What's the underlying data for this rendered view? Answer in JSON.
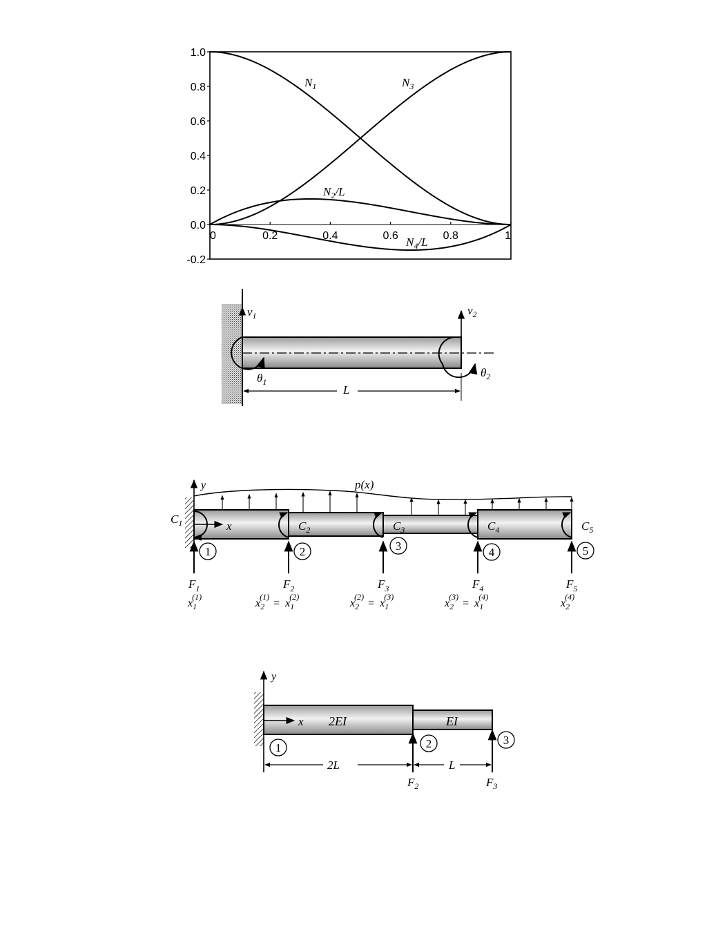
{
  "chart_data": {
    "type": "line",
    "xlim": [
      0,
      1
    ],
    "ylim": [
      -0.2,
      1.0
    ],
    "x_ticks": [
      "0",
      "0.2",
      "0.4",
      "0.6",
      "0.8",
      "1"
    ],
    "y_ticks": [
      "1.0",
      "0.8",
      "0.6",
      "0.4",
      "0.2",
      "0.0",
      "-0.2"
    ],
    "x_tick_values": [
      0,
      0.2,
      0.4,
      0.6,
      0.8,
      1
    ],
    "y_tick_values": [
      1.0,
      0.8,
      0.6,
      0.4,
      0.2,
      0.0,
      -0.2
    ],
    "grid": false,
    "legend": "none",
    "series": [
      {
        "label_main": "N",
        "label_sub": "1",
        "label_tail": "",
        "formula": "1 - 3x^2 + 2x^3",
        "x": [
          0,
          0.1,
          0.2,
          0.3,
          0.4,
          0.5,
          0.6,
          0.7,
          0.8,
          0.9,
          1
        ],
        "values": [
          1,
          0.972,
          0.896,
          0.784,
          0.648,
          0.5,
          0.352,
          0.216,
          0.104,
          0.028,
          0
        ]
      },
      {
        "label_main": "N",
        "label_sub": "2",
        "label_tail": "/L",
        "formula": "x(1-x)^2",
        "x": [
          0,
          0.1,
          0.2,
          0.3,
          0.4,
          0.5,
          0.6,
          0.7,
          0.8,
          0.9,
          1
        ],
        "values": [
          0,
          0.081,
          0.128,
          0.147,
          0.144,
          0.125,
          0.096,
          0.063,
          0.032,
          0.009,
          0
        ]
      },
      {
        "label_main": "N",
        "label_sub": "3",
        "label_tail": "",
        "formula": "3x^2 - 2x^3",
        "x": [
          0,
          0.1,
          0.2,
          0.3,
          0.4,
          0.5,
          0.6,
          0.7,
          0.8,
          0.9,
          1
        ],
        "values": [
          0,
          0.028,
          0.104,
          0.216,
          0.352,
          0.5,
          0.648,
          0.784,
          0.896,
          0.972,
          1
        ]
      },
      {
        "label_main": "N",
        "label_sub": "4",
        "label_tail": "/L",
        "formula": "x^3 - x^2",
        "x": [
          0,
          0.1,
          0.2,
          0.3,
          0.4,
          0.5,
          0.6,
          0.7,
          0.8,
          0.9,
          1
        ],
        "values": [
          0,
          -0.009,
          -0.032,
          -0.063,
          -0.096,
          -0.125,
          -0.144,
          -0.147,
          -0.128,
          -0.081,
          0
        ]
      }
    ]
  },
  "fig2": {
    "v1": {
      "main": "v",
      "sub": "1"
    },
    "v2": {
      "main": "v",
      "sub": "2"
    },
    "theta1": {
      "main": "θ",
      "sub": "1"
    },
    "theta2": {
      "main": "θ",
      "sub": "2"
    },
    "length": "L"
  },
  "fig3": {
    "load": "p(x)",
    "y_axis": "y",
    "x_axis": "x",
    "moments": [
      {
        "main": "C",
        "sub": "1"
      },
      {
        "main": "C",
        "sub": "2"
      },
      {
        "main": "C",
        "sub": "3"
      },
      {
        "main": "C",
        "sub": "4"
      },
      {
        "main": "C",
        "sub": "5"
      }
    ],
    "nodes": [
      "1",
      "2",
      "3",
      "4",
      "5"
    ],
    "forces": [
      {
        "main": "F",
        "sub": "1"
      },
      {
        "main": "F",
        "sub": "2"
      },
      {
        "main": "F",
        "sub": "3"
      },
      {
        "main": "F",
        "sub": "4"
      },
      {
        "main": "F",
        "sub": "5"
      }
    ],
    "coords": [
      {
        "left": "x",
        "left_sub": "1",
        "left_sup": "(1)",
        "eq": "",
        "right": "",
        "right_sub": "",
        "right_sup": ""
      },
      {
        "left": "x",
        "left_sub": "2",
        "left_sup": "(1)",
        "eq": "=",
        "right": "x",
        "right_sub": "1",
        "right_sup": "(2)"
      },
      {
        "left": "x",
        "left_sub": "2",
        "left_sup": "(2)",
        "eq": "=",
        "right": "x",
        "right_sub": "1",
        "right_sup": "(3)"
      },
      {
        "left": "x",
        "left_sub": "2",
        "left_sup": "(3)",
        "eq": "=",
        "right": "x",
        "right_sub": "1",
        "right_sup": "(4)"
      },
      {
        "left": "x",
        "left_sub": "2",
        "left_sup": "(4)",
        "eq": "",
        "right": "",
        "right_sub": "",
        "right_sup": ""
      }
    ]
  },
  "fig4": {
    "y_axis": "y",
    "x_axis": "x",
    "stiff1": "2EI",
    "stiff2": "EI",
    "nodes": [
      "1",
      "2",
      "3"
    ],
    "len1": "2L",
    "len2": "L",
    "f2": {
      "main": "F",
      "sub": "2"
    },
    "f3": {
      "main": "F",
      "sub": "3"
    }
  }
}
